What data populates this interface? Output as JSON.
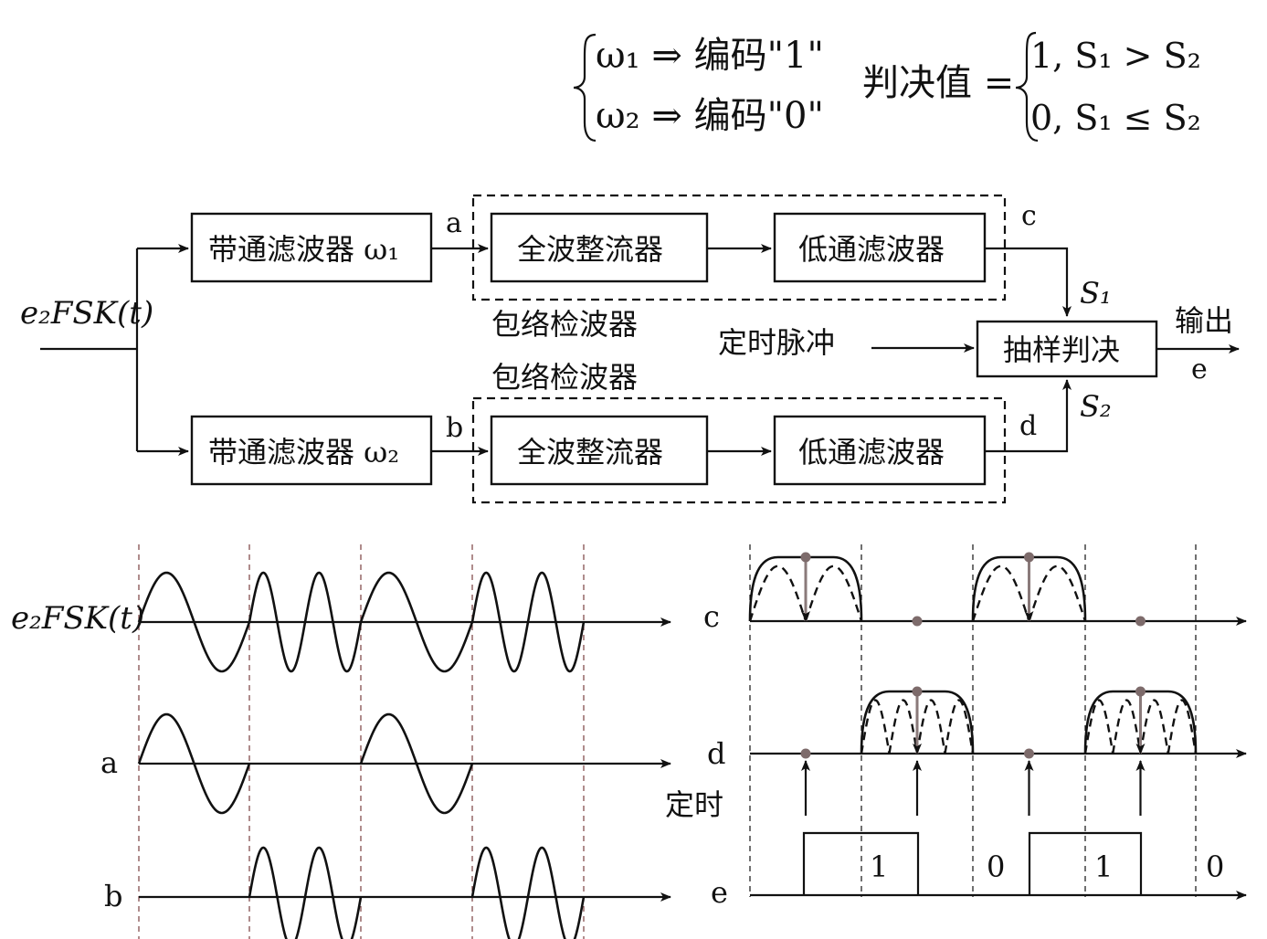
{
  "formula": {
    "w1_line": "ω₁ ⇒ 编码\"1\"",
    "w2_line": "ω₂ ⇒ 编码\"0\"",
    "decision_label": "判决值 =",
    "case1": "1,  S₁ > S₂",
    "case0": "0,  S₁ ≤ S₂"
  },
  "block": {
    "input": "e₂FSK(t)",
    "bpf1": "带通滤波器 ω₁",
    "bpf2": "带通滤波器 ω₂",
    "rect": "全波整流器",
    "lpf": "低通滤波器",
    "envelope": "包络检波器",
    "timing": "定时脉冲",
    "decision": "抽样判决",
    "output": "输出",
    "s1": "S₁",
    "s2": "S₂",
    "label_a": "a",
    "label_b": "b",
    "label_c": "c",
    "label_d": "d",
    "label_e": "e"
  },
  "waves": {
    "e2fsk_label": "e₂FSK(t)",
    "a_label": "a",
    "b_label": "b",
    "c_label": "c",
    "d_label": "d",
    "e_label": "e",
    "timing_label": "定时",
    "bits": [
      "1",
      "0",
      "1",
      "0"
    ],
    "sequence_freq": [
      "ω1",
      "ω2",
      "ω1",
      "ω2"
    ],
    "cycles_w1": 1,
    "cycles_w2": 2
  },
  "colors": {
    "ink": "#111111",
    "guide": "#7a4040",
    "sample_dot": "#7d6b6b"
  }
}
